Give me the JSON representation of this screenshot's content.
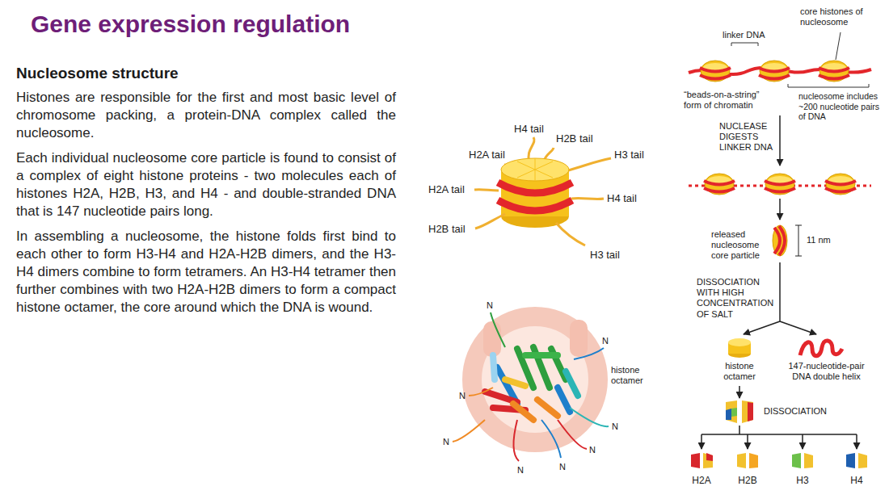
{
  "diagram": {
    "title": "Gene expression regulation",
    "labels": [
      "Nucleosome structure",
      "Histones are responsible for the first and most basic level of chromosome packing, a protein-DNA complex called the nucleosome.",
      "Each individual nucleosome core particle is found to consist of a complex of eight histone proteins - two molecules each of histones H2A, H2B, H3, and H4 - and double-stranded DNA that is 147 nucleotide pairs long.",
      "In assembling a nucleosome, the histone folds first bind to each other to form H3-H4 and H2A-H2B dimers, and the H3-H4 dimers combine to form tetramers. An H3-H4 tetramer then further combines with two H2A-H2B dimers to form a compact histone octamer, the core around which the DNA is wound.",
      "H4 tail",
      "H2B tail",
      "H2A tail",
      "H3 tail",
      "H2A tail",
      "H4 tail",
      "H2B tail",
      "H3 tail",
      "N",
      "N",
      "histone octamer",
      "N",
      "N",
      "N",
      "N",
      "N",
      "N",
      "linker DNA",
      "core histones of nucleosome",
      "“beads-on-a-string” form of chromatin",
      "nucleosome includes ~200 nucleotide pairs of DNA",
      "NUCLEASE DIGESTS LINKER DNA",
      "released nucleosome core particle",
      "11 nm",
      "DISSOCIATION WITH HIGH CONCENTRATION OF SALT",
      "histone octamer",
      "147-nucleotide-pair DNA double helix",
      "DISSOCIATION",
      "H2A",
      "H2B",
      "H3",
      "H4"
    ]
  }
}
